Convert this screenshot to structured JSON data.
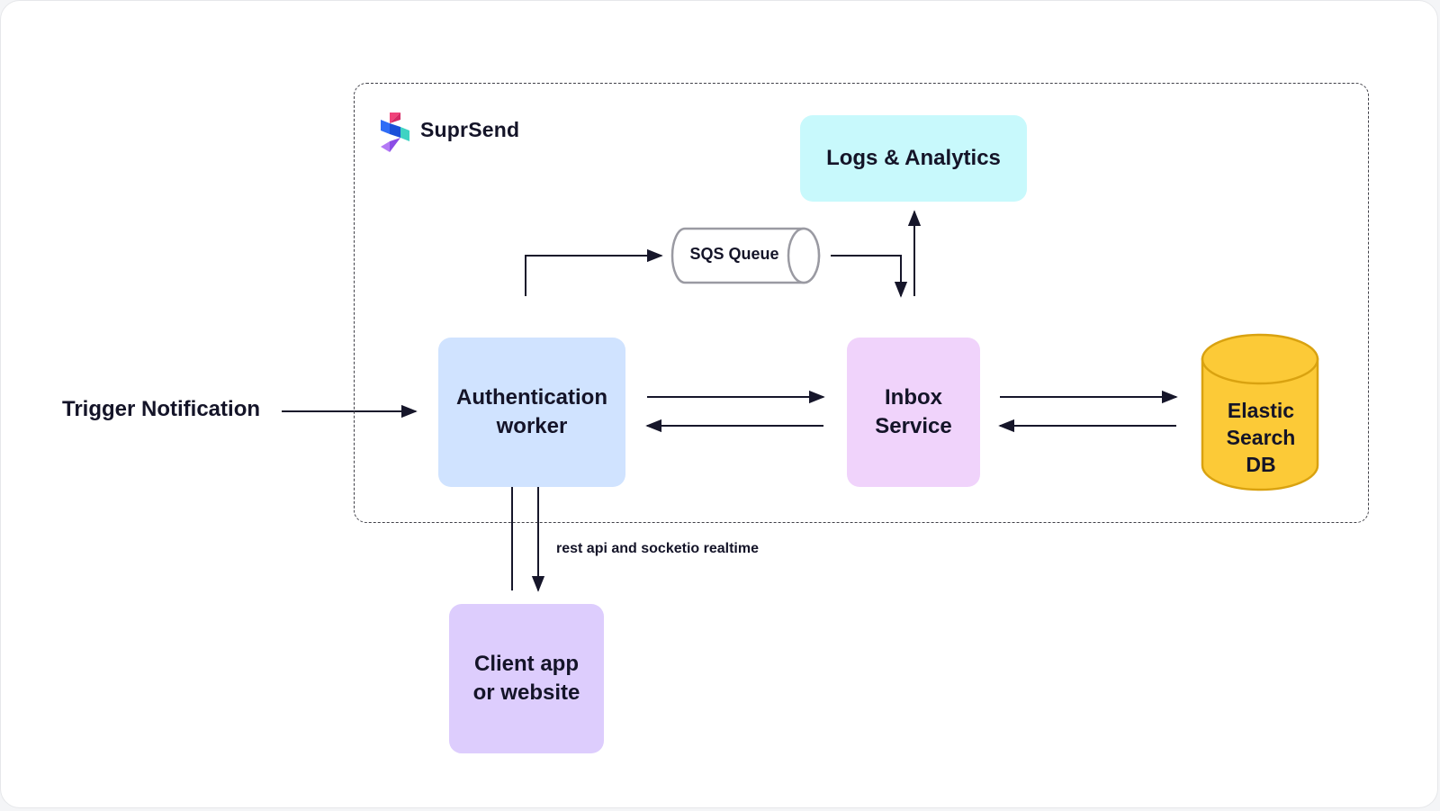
{
  "brand": {
    "name": "SuprSend"
  },
  "trigger_label": "Trigger Notification",
  "nodes": {
    "auth": {
      "label": "Authentication\nworker",
      "color": "#d0e3ff"
    },
    "inbox": {
      "label": "Inbox\nService",
      "color": "#f0d3fb"
    },
    "logs": {
      "label": "Logs & Analytics",
      "color": "#c8f9fc"
    },
    "client": {
      "label": "Client app\nor website",
      "color": "#ddcdfd"
    },
    "queue": {
      "label": "SQS Queue"
    },
    "db": {
      "label": "Elastic\nSearch\nDB",
      "color": "#fcca37",
      "stroke": "#d9a210"
    }
  },
  "edge_labels": {
    "client_link": "rest api and socketio realtime"
  },
  "colors": {
    "arrow": "#16162a",
    "frame": "#404048"
  }
}
